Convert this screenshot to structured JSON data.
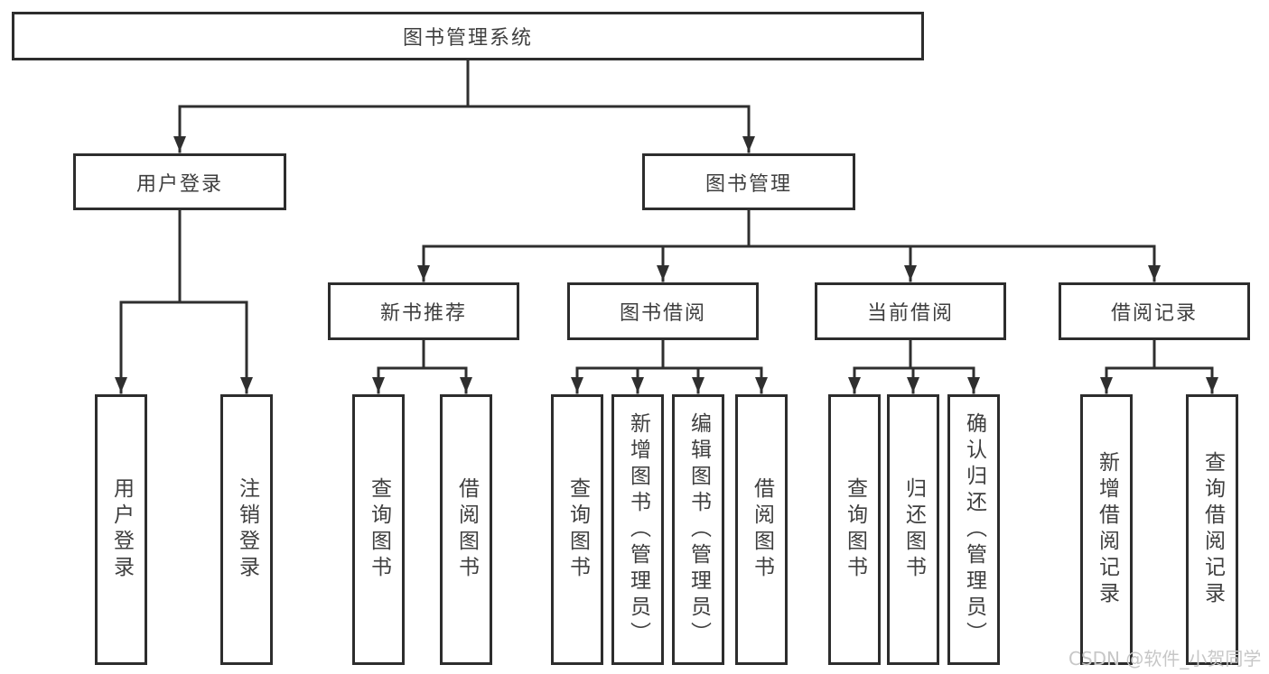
{
  "diagram": {
    "root": {
      "label": "图书管理系统"
    },
    "level2": {
      "user_login": "用户登录",
      "book_management": "图书管理"
    },
    "level3": {
      "new_book_recommend": "新书推荐",
      "book_borrow": "图书借阅",
      "current_borrow": "当前借阅",
      "borrow_records": "借阅记录"
    },
    "leaves": {
      "user_login": [
        "用户登录",
        "注销登录"
      ],
      "new_book_recommend": [
        "查询图书",
        "借阅图书"
      ],
      "book_borrow": [
        "查询图书",
        "新增图书（管理员）",
        "编辑图书（管理员）",
        "借阅图书"
      ],
      "current_borrow": [
        "查询图书",
        "归还图书",
        "确认归还（管理员）"
      ],
      "borrow_records": [
        "新增借阅记录",
        "查询借阅记录"
      ]
    },
    "colors": {
      "line": "#2f2f2f",
      "box_border": "#2d2d2d",
      "text": "#3f3f3f",
      "background": "#ffffff",
      "watermark": "#c7c7c7"
    }
  },
  "watermark": {
    "text": "CSDN @软件_小贺同学"
  }
}
